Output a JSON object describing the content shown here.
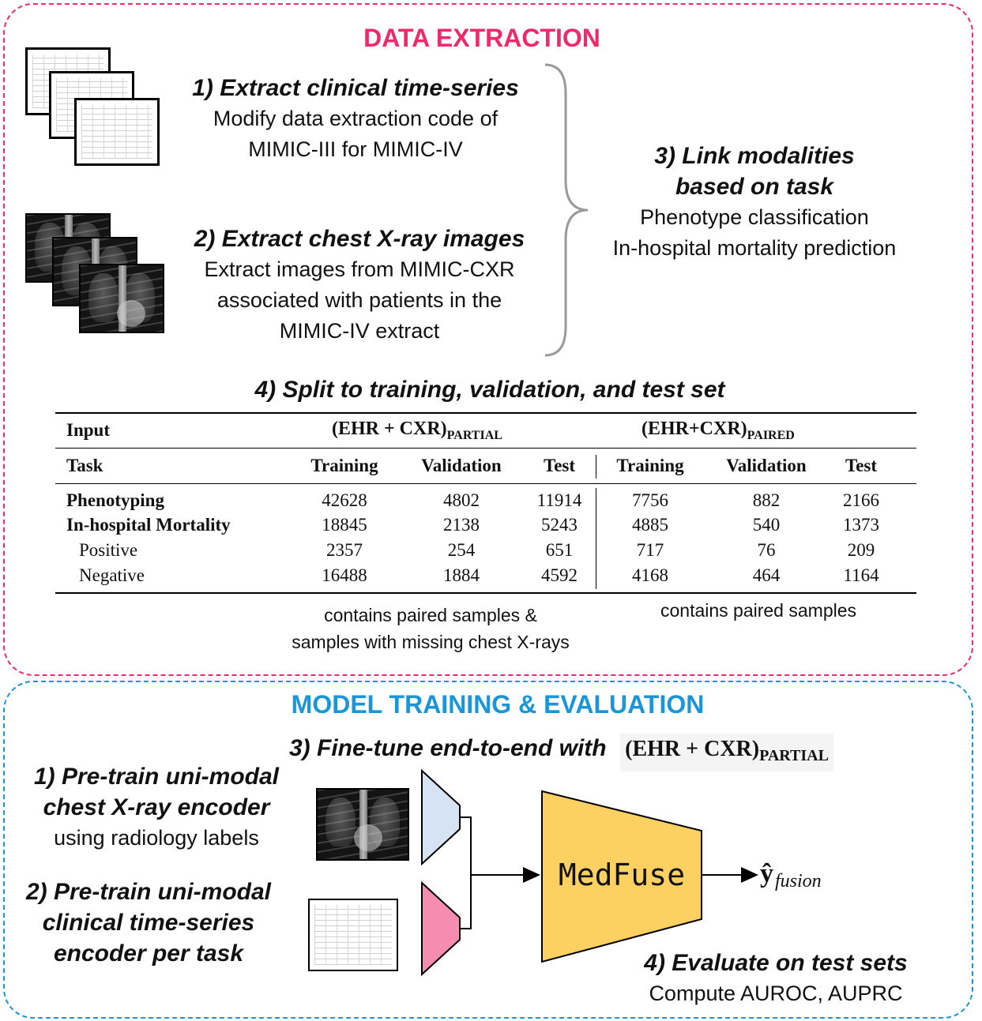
{
  "data_extraction": {
    "title": "DATA EXTRACTION",
    "title_color": "#ee2a6a",
    "border_color": "#ee2a6a",
    "step1": {
      "heading": "1) Extract clinical time-series",
      "line1": "Modify data extraction code of",
      "line2": "MIMIC-III for MIMIC-IV"
    },
    "step2": {
      "heading": "2) Extract chest X-ray images",
      "line1": "Extract images from MIMIC-CXR",
      "line2": "associated with patients in the",
      "line3": "MIMIC-IV extract"
    },
    "step3": {
      "heading1": "3) Link modalities",
      "heading2": "based on task",
      "line1": "Phenotype classification",
      "line2": "In-hospital mortality prediction"
    },
    "step4": {
      "heading": "4) Split to training, validation, and test set"
    },
    "table": {
      "input_label": "Input",
      "group1": "(EHR + CXR)",
      "group1_sub": "PARTIAL",
      "group2": "(EHR+CXR)",
      "group2_sub": "PAIRED",
      "task_label": "Task",
      "columns": [
        "Training",
        "Validation",
        "Test",
        "Training",
        "Validation",
        "Test"
      ],
      "rows": [
        {
          "label": "Phenotyping",
          "bold": true,
          "values": [
            "42628",
            "4802",
            "11914",
            "7756",
            "882",
            "2166"
          ]
        },
        {
          "label": "In-hospital Mortality",
          "bold": true,
          "values": [
            "18845",
            "2138",
            "5243",
            "4885",
            "540",
            "1373"
          ]
        },
        {
          "label": "Positive",
          "bold": false,
          "values": [
            "2357",
            "254",
            "651",
            "717",
            "76",
            "209"
          ]
        },
        {
          "label": "Negative",
          "bold": false,
          "values": [
            "16488",
            "1884",
            "4592",
            "4168",
            "464",
            "1164"
          ]
        }
      ]
    },
    "note_partial_1": "contains paired samples &",
    "note_partial_2": "samples with missing chest X-rays",
    "note_paired": "contains paired samples"
  },
  "model_training": {
    "title": "MODEL TRAINING & EVALUATION",
    "title_color": "#1a96d8",
    "border_color": "#1a96d8",
    "step1": {
      "heading1": "1) Pre-train uni-modal",
      "heading2": "chest X-ray encoder",
      "line1": "using radiology labels"
    },
    "step2": {
      "heading1": "2) Pre-train uni-modal",
      "heading2": "clinical time-series",
      "heading3": "encoder per task"
    },
    "step3": {
      "heading": "3) Fine-tune end-to-end with",
      "math": "(EHR + CXR)",
      "math_sub": "PARTIAL"
    },
    "step4": {
      "heading": "4) Evaluate on test sets",
      "line1": "Compute AUROC, AUPRC"
    },
    "model_name": "MedFuse",
    "output_symbol": "ŷ",
    "output_sub": "fusion",
    "colors": {
      "medfuse_fill": "#fcd061",
      "cxr_encoder_fill": "#d6e3f5",
      "ehr_encoder_fill": "#f68cb0"
    }
  },
  "icons": [
    "clinical-timeseries-sheets-icon",
    "chest-xray-stack-icon",
    "curly-brace-icon",
    "arrow-icon"
  ]
}
